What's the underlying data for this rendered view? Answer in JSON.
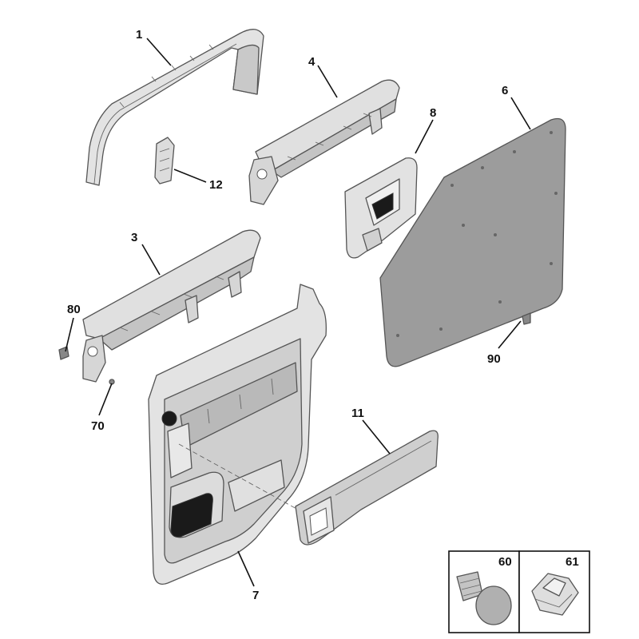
{
  "colors": {
    "trim": "#e3e3e3",
    "trim_shade": "#c9c9c9",
    "panel": "#9c9c9c",
    "outline": "#555555",
    "text": "#111111"
  },
  "callouts": {
    "p1": "1",
    "p3": "3",
    "p4": "4",
    "p6": "6",
    "p7": "7",
    "p8": "8",
    "p11": "11",
    "p12": "12",
    "p70": "70",
    "p80": "80",
    "p90": "90",
    "p60": "60",
    "p61": "61"
  }
}
